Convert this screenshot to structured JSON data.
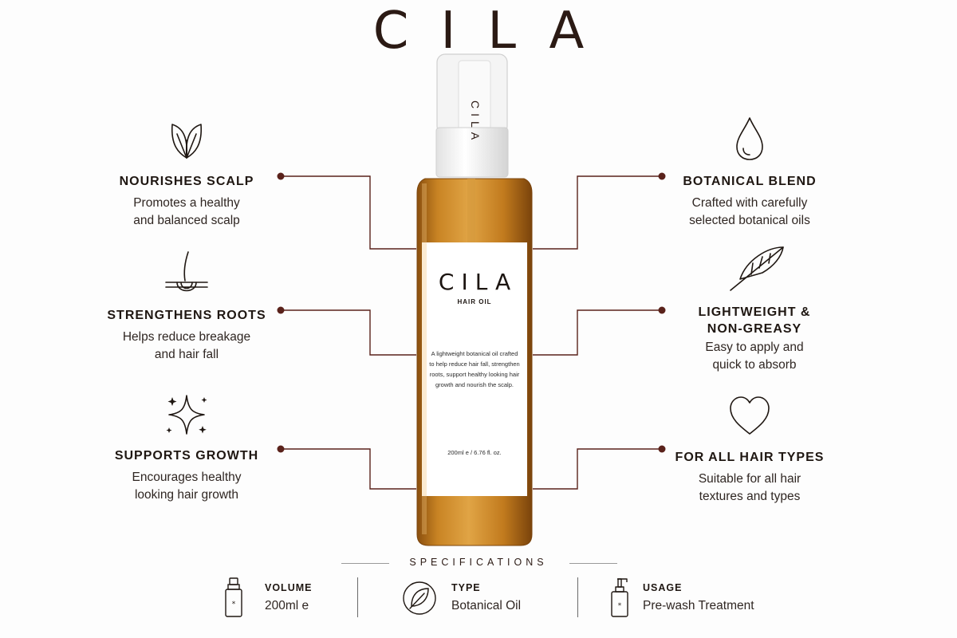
{
  "brand": "CILA",
  "colors": {
    "accent": "#5a221b",
    "text": "#2a211c",
    "oil": "#b8741a"
  },
  "product": {
    "cap_brand": "CILA",
    "label_brand": "CILA",
    "label_type": "HAIR OIL",
    "description": "A lightweight botanical oil crafted to help reduce hair fall, strengthen roots, support healthy looking hair growth and nourish the scalp.",
    "volume": "200ml e / 6.76 fl. oz."
  },
  "features_left": [
    {
      "icon": "leaf-icon",
      "title": "NOURISHES SCALP",
      "desc": "Promotes a healthy and balanced scalp"
    },
    {
      "icon": "hair-root-icon",
      "title": "STRENGTHENS ROOTS",
      "desc": "Helps reduce breakage and hair fall"
    },
    {
      "icon": "sparkle-icon",
      "title": "SUPPORTS GROWTH",
      "desc": "Encourages healthy looking hair growth"
    }
  ],
  "features_right": [
    {
      "icon": "drop-icon",
      "title": "BOTANICAL BLEND",
      "desc": "Crafted with carefully selected botanical oils"
    },
    {
      "icon": "feather-icon",
      "title": "LIGHTWEIGHT & NON-GREASY",
      "desc": "Easy to apply and quick to absorb"
    },
    {
      "icon": "heart-icon",
      "title": "FOR ALL HAIR TYPES",
      "desc": "Suitable for all hair textures and types"
    }
  ],
  "specifications": {
    "title": "SPECIFICATIONS",
    "items": [
      {
        "icon": "bottle-icon",
        "label": "VOLUME",
        "value": "200ml e"
      },
      {
        "icon": "leaf-circle-icon",
        "label": "TYPE",
        "value": "Botanical Oil"
      },
      {
        "icon": "pump-bottle-icon",
        "label": "USAGE",
        "value": "Pre-wash Treatment"
      }
    ]
  }
}
